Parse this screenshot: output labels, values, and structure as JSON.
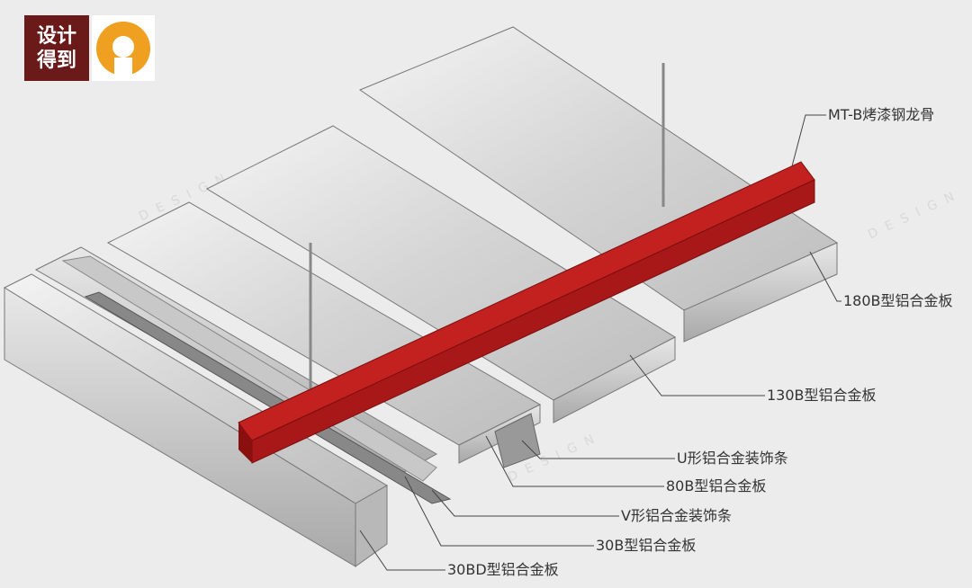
{
  "logo": {
    "line1": "设计",
    "line2": "得到"
  },
  "watermark": "DESIGN",
  "labels": {
    "keel": "MT-B烤漆钢龙骨",
    "panel_180b": "180B型铝合金板",
    "panel_130b": "130B型铝合金板",
    "u_strip": "U形铝合金装饰条",
    "panel_80b": "80B型铝合金板",
    "v_strip": "V形铝合金装饰条",
    "panel_30b": "30B型铝合金板",
    "panel_30bd": "30BD型铝合金板"
  },
  "colors": {
    "keel": "#b01c1c",
    "panel": "#d8d8d8",
    "background": "#ececec",
    "logo": "#6b1a1a",
    "logo_accent": "#f0a020"
  }
}
